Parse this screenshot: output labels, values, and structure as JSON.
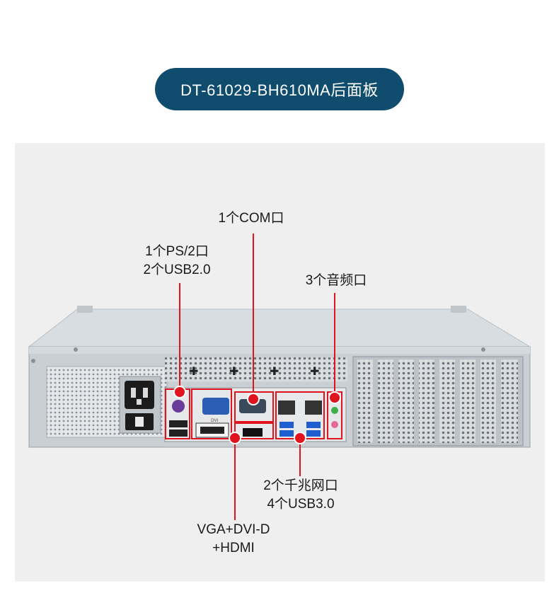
{
  "title": "DT-61029-BH610MA后面板",
  "labels": {
    "com": "1个COM口",
    "ps2_usb2_line1": "1个PS/2口",
    "ps2_usb2_line2": "2个USB2.0",
    "audio": "3个音频口",
    "lan_usb3_line1": "2个千兆网口",
    "lan_usb3_line2": "4个USB3.0",
    "video_line1": "VGA+DVI-D",
    "video_line2": "+HDMI"
  },
  "port_marks": {
    "dvi": "DVI"
  },
  "colors": {
    "title_bg": "#0f4c6e",
    "accent_red": "#e0141e",
    "chassis": "#c9cfd3",
    "panel_bg": "#efefef"
  }
}
